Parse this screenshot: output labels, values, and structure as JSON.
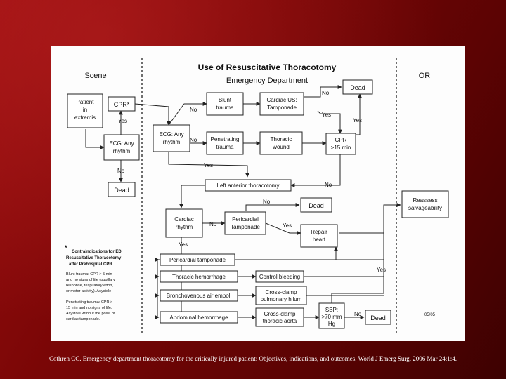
{
  "title": "Use of Resuscitative Thoracotomy",
  "sections": {
    "scene": "Scene",
    "ed": "Emergency Department",
    "or": "OR"
  },
  "nodes": {
    "patient": [
      "Patient",
      "in",
      "extremis"
    ],
    "cpr_star": "CPR*",
    "ecg_scene": [
      "ECG: Any",
      "rhythm"
    ],
    "dead_scene": "Dead",
    "ecg_ed": [
      "ECG: Any",
      "rhythm"
    ],
    "blunt": [
      "Blunt",
      "trauma"
    ],
    "cardiac_us": [
      "Cardiac US:",
      "Tamponade"
    ],
    "dead_top": "Dead",
    "penetrating": [
      "Penetrating",
      "trauma"
    ],
    "thoracic_wound": [
      "Thoracic",
      "wound"
    ],
    "cpr15": [
      "CPR",
      ">15 min"
    ],
    "lat": "Left anterior thoracotomy",
    "cardiac_rhythm": [
      "Cardiac",
      "rhythm"
    ],
    "pericardial_tamponade": [
      "Pericardial",
      "Tamponade"
    ],
    "dead_mid": "Dead",
    "repair": [
      "Repair",
      "heart"
    ],
    "reassess": [
      "Reassess",
      "salvageability"
    ],
    "peri_tamp_bar": "Pericardial tamponade",
    "thoracic_hem": "Thoracic hemorrhage",
    "control_bleeding": "Control bleeding",
    "broncho": "Bronchovenous air emboli",
    "cross_clamp_hilum": [
      "Cross-clamp",
      "pulmonary hilum"
    ],
    "abdominal_hem": "Abdominal hemorrhage",
    "cross_clamp_aorta": [
      "Cross-clamp",
      "thoracic aorta"
    ],
    "sbp": [
      "SBP:",
      ">70 mm",
      "Hg"
    ],
    "dead_bottom": "Dead"
  },
  "edge_labels": {
    "yes": "Yes",
    "no": "No"
  },
  "contraindications": {
    "title": [
      "Contraindications for ED",
      "Resuscitative Thoracotomy",
      "after Prehospital CPR"
    ],
    "blunt": [
      "Blunt trauma: CPR > 5 min",
      "and no signs of life (pupillary",
      "response, respiratory effort,",
      "or motor activity). Asystole"
    ],
    "penetrating": [
      "Penetrating trauma: CPR >",
      "15 min and no signs of life.",
      "Asystole without the poss. of",
      "cardiac tamponade."
    ]
  },
  "footnote_marker": "*",
  "date_code": "05/05",
  "citation": "Cothren CC. Emergency department thoracotomy for the critically injured patient: Objectives, indications, and outcomes. World J Emerg Surg. 2006 Mar 24;1:4."
}
